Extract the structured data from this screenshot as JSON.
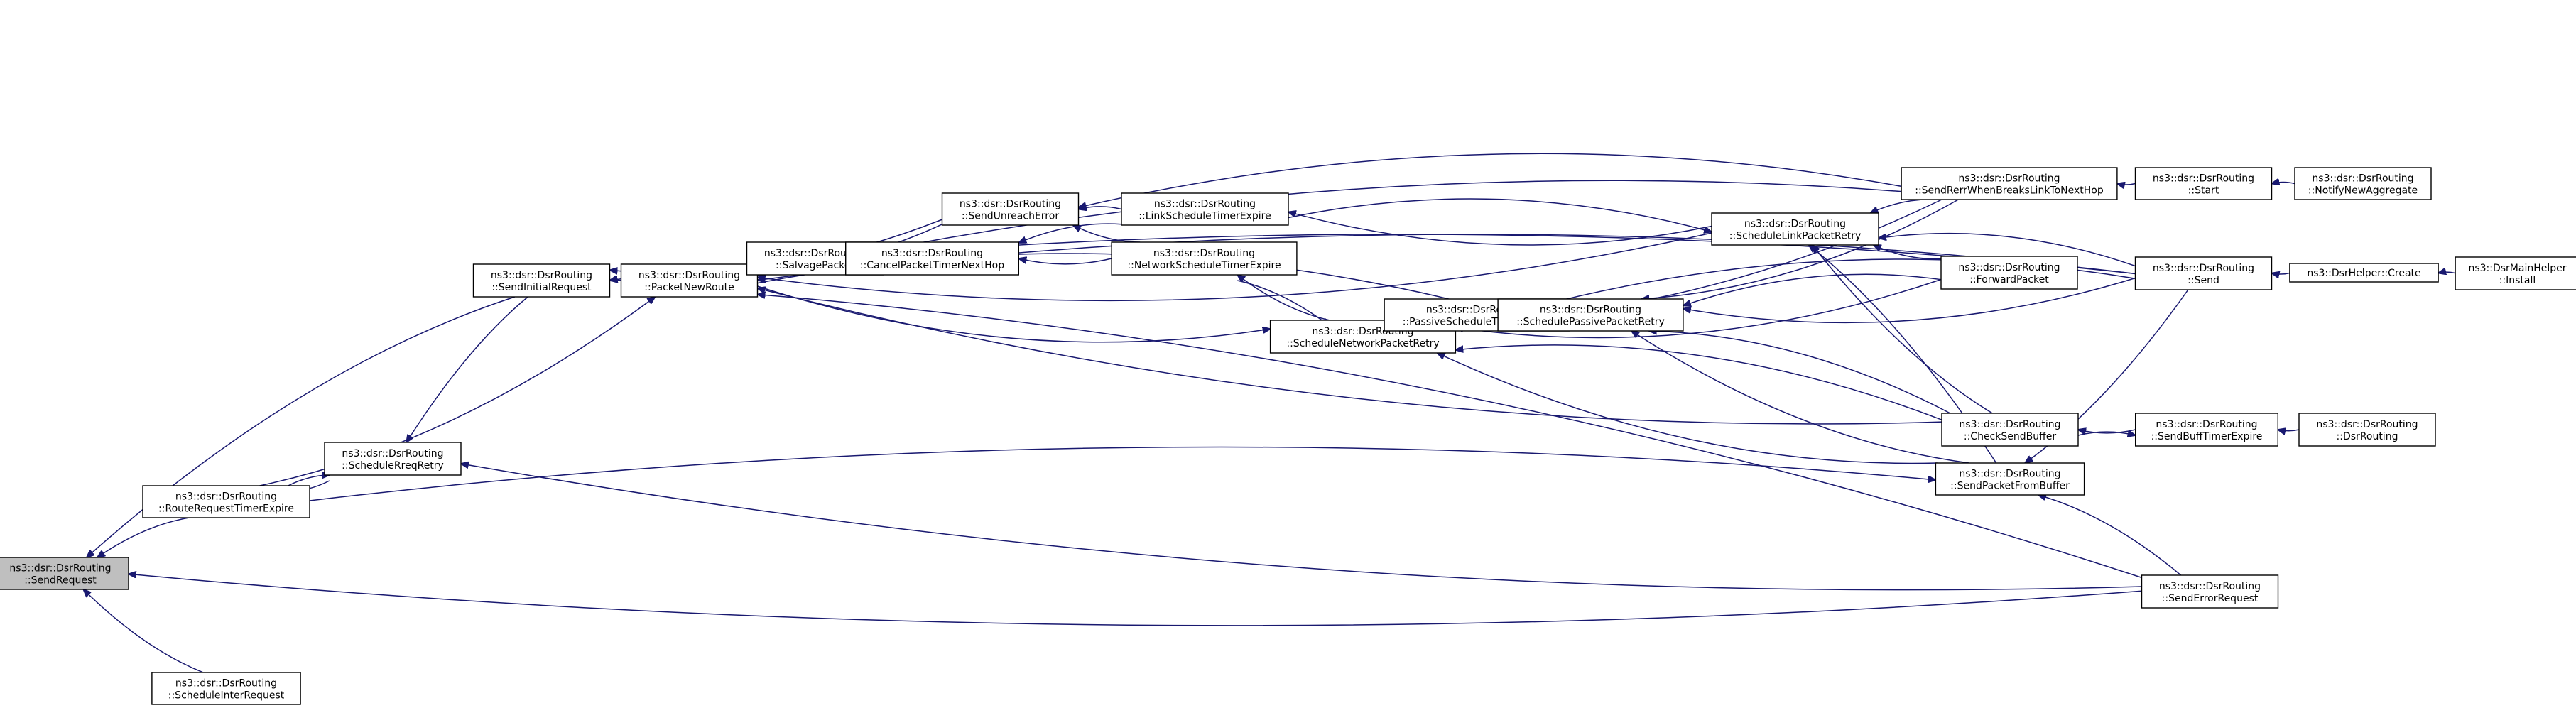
{
  "title": "Caller graph for ns3::dsr::DsrRouting::SendRequest",
  "colors": {
    "edge": "#191970",
    "root_fill": "#bfbfbf",
    "node_fill": "#ffffff",
    "border": "#000000"
  },
  "nodes": [
    {
      "id": "SendRequest",
      "line1": "ns3::dsr::DsrRouting",
      "line2": "::SendRequest",
      "root": true
    },
    {
      "id": "RouteRequestTimerExpire",
      "line1": "ns3::dsr::DsrRouting",
      "line2": "::RouteRequestTimerExpire"
    },
    {
      "id": "ScheduleInterRequest",
      "line1": "ns3::dsr::DsrRouting",
      "line2": "::ScheduleInterRequest"
    },
    {
      "id": "ScheduleRreqRetry",
      "line1": "ns3::dsr::DsrRouting",
      "line2": "::ScheduleRreqRetry"
    },
    {
      "id": "SendInitialRequest",
      "line1": "ns3::dsr::DsrRouting",
      "line2": "::SendInitialRequest"
    },
    {
      "id": "PacketNewRoute",
      "line1": "ns3::dsr::DsrRouting",
      "line2": "::PacketNewRoute"
    },
    {
      "id": "SalvagePacket",
      "line1": "ns3::dsr::DsrRouting",
      "line2": "::SalvagePacket"
    },
    {
      "id": "SendUnreachError",
      "line1": "ns3::dsr::DsrRouting",
      "line2": "::SendUnreachError"
    },
    {
      "id": "CancelPacketTimerNextHop",
      "line1": "ns3::dsr::DsrRouting",
      "line2": "::CancelPacketTimerNextHop"
    },
    {
      "id": "LinkScheduleTimerExpire",
      "line1": "ns3::dsr::DsrRouting",
      "line2": "::LinkScheduleTimerExpire"
    },
    {
      "id": "NetworkScheduleTimerExpire",
      "line1": "ns3::dsr::DsrRouting",
      "line2": "::NetworkScheduleTimerExpire"
    },
    {
      "id": "ScheduleNetworkPacketRetry",
      "line1": "ns3::dsr::DsrRouting",
      "line2": "::ScheduleNetworkPacketRetry"
    },
    {
      "id": "PassiveScheduleTimerExpire",
      "line1": "ns3::dsr::DsrRouting",
      "line2": "::PassiveScheduleTimerExpire"
    },
    {
      "id": "SchedulePassivePacketRetry",
      "line1": "ns3::dsr::DsrRouting",
      "line2": "::SchedulePassivePacketRetry"
    },
    {
      "id": "ScheduleLinkPacketRetry",
      "line1": "ns3::dsr::DsrRouting",
      "line2": "::ScheduleLinkPacketRetry"
    },
    {
      "id": "SendRerrWhenBreaksLinkToNextHop",
      "line1": "ns3::dsr::DsrRouting",
      "line2": "::SendRerrWhenBreaksLinkToNextHop"
    },
    {
      "id": "ForwardPacket",
      "line1": "ns3::dsr::DsrRouting",
      "line2": "::ForwardPacket"
    },
    {
      "id": "CheckSendBuffer",
      "line1": "ns3::dsr::DsrRouting",
      "line2": "::CheckSendBuffer"
    },
    {
      "id": "SendPacketFromBuffer",
      "line1": "ns3::dsr::DsrRouting",
      "line2": "::SendPacketFromBuffer"
    },
    {
      "id": "SendErrorRequest",
      "line1": "ns3::dsr::DsrRouting",
      "line2": "::SendErrorRequest"
    },
    {
      "id": "Start",
      "line1": "ns3::dsr::DsrRouting",
      "line2": "::Start"
    },
    {
      "id": "NotifyNewAggregate",
      "line1": "ns3::dsr::DsrRouting",
      "line2": "::NotifyNewAggregate"
    },
    {
      "id": "Send",
      "line1": "ns3::dsr::DsrRouting",
      "line2": "::Send"
    },
    {
      "id": "SendBuffTimerExpire",
      "line1": "ns3::dsr::DsrRouting",
      "line2": "::SendBuffTimerExpire"
    },
    {
      "id": "DsrRoutingCtor",
      "line1": "ns3::dsr::DsrRouting",
      "line2": "::DsrRouting"
    },
    {
      "id": "DsrHelperCreate",
      "line1": "ns3::DsrHelper::Create",
      "line2": ""
    },
    {
      "id": "DsrMainHelperInstall",
      "line1": "ns3::DsrMainHelper",
      "line2": "::Install"
    }
  ],
  "edges": [
    {
      "from": "RouteRequestTimerExpire",
      "to": "SendRequest"
    },
    {
      "from": "ScheduleInterRequest",
      "to": "SendRequest"
    },
    {
      "from": "SendInitialRequest",
      "to": "SendRequest"
    },
    {
      "from": "SendErrorRequest",
      "to": "SendRequest"
    },
    {
      "from": "RouteRequestTimerExpire",
      "to": "ScheduleRreqRetry"
    },
    {
      "from": "ScheduleRreqRetry",
      "to": "RouteRequestTimerExpire"
    },
    {
      "from": "SendInitialRequest",
      "to": "ScheduleRreqRetry"
    },
    {
      "from": "SendErrorRequest",
      "to": "ScheduleRreqRetry"
    },
    {
      "from": "PacketNewRoute",
      "to": "SendInitialRequest"
    },
    {
      "from": "SendUnreachError",
      "to": "SendInitialRequest"
    },
    {
      "from": "Send",
      "to": "SendInitialRequest"
    },
    {
      "from": "RouteRequestTimerExpire",
      "to": "PacketNewRoute"
    },
    {
      "from": "SalvagePacket",
      "to": "PacketNewRoute"
    },
    {
      "from": "SendUnreachError",
      "to": "PacketNewRoute"
    },
    {
      "from": "SendRerrWhenBreaksLinkToNextHop",
      "to": "PacketNewRoute"
    },
    {
      "from": "ScheduleLinkPacketRetry",
      "to": "PacketNewRoute"
    },
    {
      "from": "Send",
      "to": "PacketNewRoute"
    },
    {
      "from": "CheckSendBuffer",
      "to": "PacketNewRoute"
    },
    {
      "from": "SendErrorRequest",
      "to": "PacketNewRoute"
    },
    {
      "from": "CancelPacketTimerNextHop",
      "to": "SalvagePacket"
    },
    {
      "from": "LinkScheduleTimerExpire",
      "to": "SendUnreachError"
    },
    {
      "from": "NetworkScheduleTimerExpire",
      "to": "SendUnreachError"
    },
    {
      "from": "SendRerrWhenBreaksLinkToNextHop",
      "to": "SendUnreachError"
    },
    {
      "from": "NetworkScheduleTimerExpire",
      "to": "CancelPacketTimerNextHop"
    },
    {
      "from": "LinkScheduleTimerExpire",
      "to": "CancelPacketTimerNextHop"
    },
    {
      "from": "ScheduleLinkPacketRetry",
      "to": "LinkScheduleTimerExpire"
    },
    {
      "from": "LinkScheduleTimerExpire",
      "to": "ScheduleLinkPacketRetry"
    },
    {
      "from": "ScheduleNetworkPacketRetry",
      "to": "NetworkScheduleTimerExpire"
    },
    {
      "from": "NetworkScheduleTimerExpire",
      "to": "ScheduleNetworkPacketRetry"
    },
    {
      "from": "PacketNewRoute",
      "to": "ScheduleNetworkPacketRetry"
    },
    {
      "from": "PassiveScheduleTimerExpire",
      "to": "ScheduleNetworkPacketRetry"
    },
    {
      "from": "SendRerrWhenBreaksLinkToNextHop",
      "to": "ScheduleNetworkPacketRetry"
    },
    {
      "from": "Send",
      "to": "ScheduleNetworkPacketRetry"
    },
    {
      "from": "ForwardPacket",
      "to": "ScheduleNetworkPacketRetry"
    },
    {
      "from": "CheckSendBuffer",
      "to": "ScheduleNetworkPacketRetry"
    },
    {
      "from": "SendPacketFromBuffer",
      "to": "ScheduleNetworkPacketRetry"
    },
    {
      "from": "PacketNewRoute",
      "to": "SchedulePassivePacketRetry"
    },
    {
      "from": "PassiveScheduleTimerExpire",
      "to": "SchedulePassivePacketRetry"
    },
    {
      "from": "SchedulePassivePacketRetry",
      "to": "PassiveScheduleTimerExpire"
    },
    {
      "from": "SendRerrWhenBreaksLinkToNextHop",
      "to": "SchedulePassivePacketRetry"
    },
    {
      "from": "ForwardPacket",
      "to": "SchedulePassivePacketRetry"
    },
    {
      "from": "Send",
      "to": "SchedulePassivePacketRetry"
    },
    {
      "from": "CheckSendBuffer",
      "to": "SchedulePassivePacketRetry"
    },
    {
      "from": "SendPacketFromBuffer",
      "to": "SchedulePassivePacketRetry"
    },
    {
      "from": "SendRerrWhenBreaksLinkToNextHop",
      "to": "ScheduleLinkPacketRetry"
    },
    {
      "from": "ForwardPacket",
      "to": "ScheduleLinkPacketRetry"
    },
    {
      "from": "Send",
      "to": "ScheduleLinkPacketRetry"
    },
    {
      "from": "CheckSendBuffer",
      "to": "ScheduleLinkPacketRetry"
    },
    {
      "from": "SendPacketFromBuffer",
      "to": "ScheduleLinkPacketRetry"
    },
    {
      "from": "Start",
      "to": "SendRerrWhenBreaksLinkToNextHop"
    },
    {
      "from": "NotifyNewAggregate",
      "to": "Start"
    },
    {
      "from": "DsrHelperCreate",
      "to": "Send"
    },
    {
      "from": "DsrMainHelperInstall",
      "to": "DsrHelperCreate"
    },
    {
      "from": "SendBuffTimerExpire",
      "to": "CheckSendBuffer"
    },
    {
      "from": "CheckSendBuffer",
      "to": "SendBuffTimerExpire"
    },
    {
      "from": "DsrRoutingCtor",
      "to": "SendBuffTimerExpire"
    },
    {
      "from": "SendErrorRequest",
      "to": "SendPacketFromBuffer"
    },
    {
      "from": "Send",
      "to": "SendPacketFromBuffer"
    },
    {
      "from": "RouteRequestTimerExpire",
      "to": "SendPacketFromBuffer"
    }
  ]
}
